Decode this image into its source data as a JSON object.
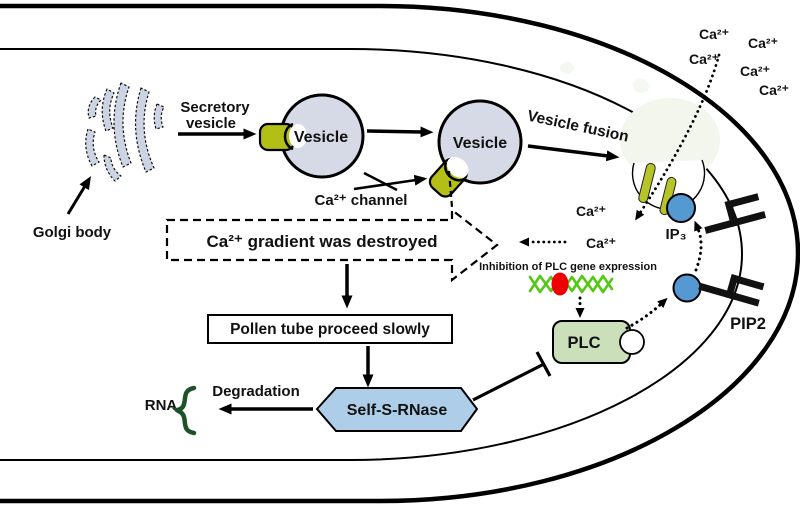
{
  "figure": {
    "organelles": {
      "golgi": {
        "label": "Golgi body"
      },
      "secretory_vesicle": {
        "label_line1": "Secretory",
        "label_line2": "vesicle"
      },
      "vesicle1": {
        "label": "Vesicle"
      },
      "vesicle2": {
        "label": "Vesicle"
      },
      "ca_channel": {
        "label": "Ca²⁺ channel"
      },
      "vesicle_fusion": {
        "label": "Vesicle fusion"
      }
    },
    "ions": {
      "outside": [
        "Ca²⁺",
        "Ca²⁺",
        "Ca²⁺",
        "Ca²⁺",
        "Ca²⁺"
      ],
      "inside": [
        "Ca²⁺",
        "Ca²⁺"
      ]
    },
    "pathway": {
      "gradient_box": {
        "label": "Ca²⁺ gradient was destroyed"
      },
      "pollen_box": {
        "label": "Pollen tube proceed slowly"
      },
      "rnase": {
        "label": "Self-S-RNase"
      },
      "degradation": {
        "label": "Degradation"
      },
      "rna": {
        "label": "RNA"
      },
      "inhibition": {
        "label": "Inhibition of PLC gene expression"
      },
      "plc": {
        "label": "PLC"
      },
      "ip3": {
        "label": "IP₃"
      },
      "pip2": {
        "label": "PIP2"
      }
    },
    "colors": {
      "membrane": "#000000",
      "vesicle_fill": "#d5dae6",
      "channel_olive": "#b2bf17",
      "fusion_bar_olive": "#b7c428",
      "signal_blue": "#5599d2",
      "rnase_fill": "#aecde9",
      "rnase_text": "#1f3864",
      "plc_fill": "#cbe0ba",
      "vesicle_text_red": "#ed1c24",
      "dna_green": "#52c813",
      "dna_red": "#ee0000",
      "rna_brace_green": "#1e5128",
      "golgi_fill": "#ccd4e3",
      "fused_blob": "#f2f6ed"
    }
  }
}
